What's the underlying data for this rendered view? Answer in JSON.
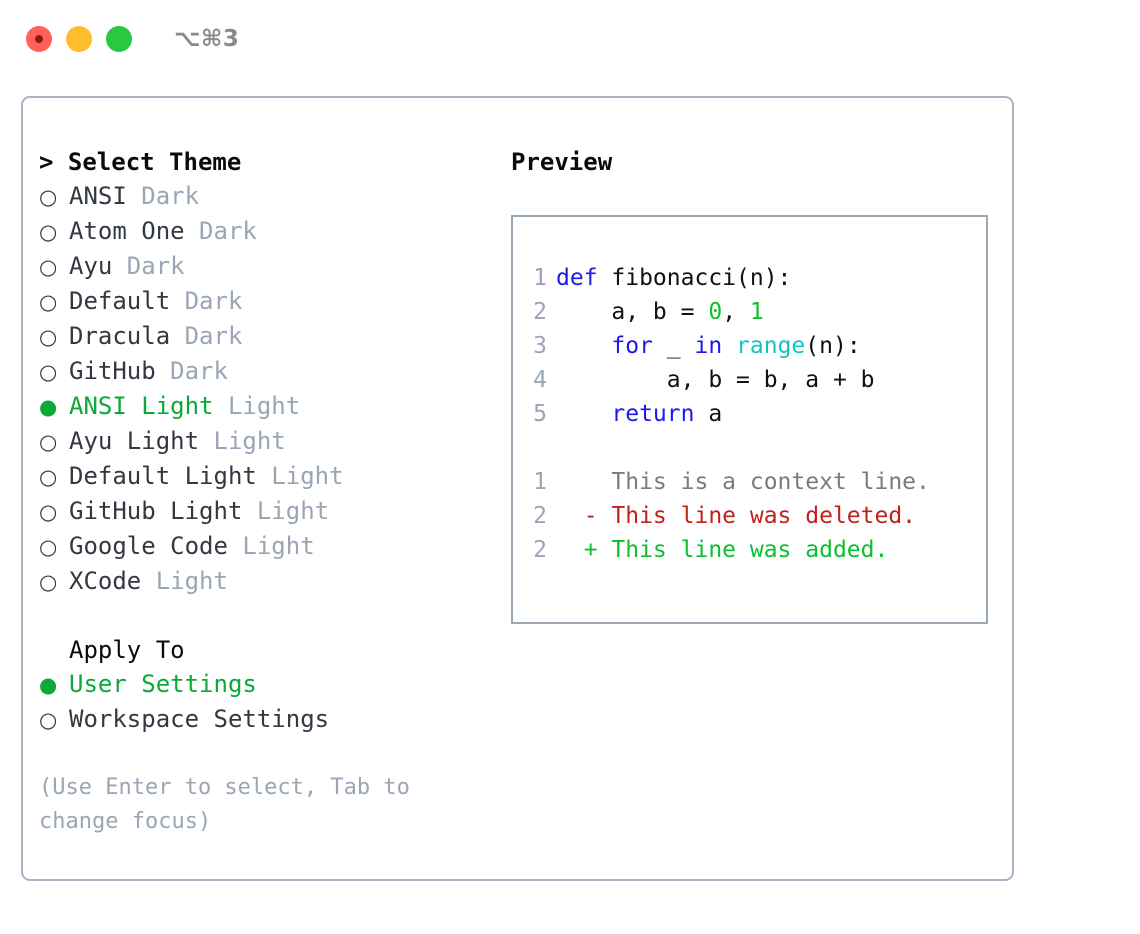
{
  "window": {
    "shortcut": "⌥⌘3",
    "traffic_lights": [
      {
        "name": "close",
        "color": "#ff6058"
      },
      {
        "name": "minimize",
        "color": "#ffbd2e"
      },
      {
        "name": "maximize",
        "color": "#28c840"
      }
    ]
  },
  "theme_list": {
    "header": "> Select Theme",
    "items": [
      {
        "marker": "○",
        "label": "ANSI",
        "suffix": "Dark",
        "selected": false
      },
      {
        "marker": "○",
        "label": "Atom One",
        "suffix": "Dark",
        "selected": false
      },
      {
        "marker": "○",
        "label": "Ayu",
        "suffix": "Dark",
        "selected": false
      },
      {
        "marker": "○",
        "label": "Default",
        "suffix": "Dark",
        "selected": false
      },
      {
        "marker": "○",
        "label": "Dracula",
        "suffix": "Dark",
        "selected": false
      },
      {
        "marker": "○",
        "label": "GitHub",
        "suffix": "Dark",
        "selected": false
      },
      {
        "marker": "●",
        "label": "ANSI Light",
        "suffix": "Light",
        "selected": true
      },
      {
        "marker": "○",
        "label": "Ayu Light",
        "suffix": "Light",
        "selected": false
      },
      {
        "marker": "○",
        "label": "Default Light",
        "suffix": "Light",
        "selected": false
      },
      {
        "marker": "○",
        "label": "GitHub Light",
        "suffix": "Light",
        "selected": false
      },
      {
        "marker": "○",
        "label": "Google Code",
        "suffix": "Light",
        "selected": false
      },
      {
        "marker": "○",
        "label": "XCode",
        "suffix": "Light",
        "selected": false
      }
    ]
  },
  "apply_to": {
    "header": "Apply To",
    "items": [
      {
        "marker": "●",
        "label": "User Settings",
        "suffix": "",
        "selected": true
      },
      {
        "marker": "○",
        "label": "Workspace Settings",
        "suffix": "",
        "selected": false
      }
    ]
  },
  "hint": "(Use Enter to select, Tab to change focus)",
  "preview": {
    "header": "Preview",
    "code_lines": [
      {
        "number": "1",
        "tokens": [
          {
            "text": "def ",
            "kind": "kw"
          },
          {
            "text": "fibonacci(n):",
            "kind": "txt"
          }
        ]
      },
      {
        "number": "2",
        "tokens": [
          {
            "text": "    a, b = ",
            "kind": "txt"
          },
          {
            "text": "0",
            "kind": "num"
          },
          {
            "text": ", ",
            "kind": "txt"
          },
          {
            "text": "1",
            "kind": "num"
          }
        ]
      },
      {
        "number": "3",
        "tokens": [
          {
            "text": "    ",
            "kind": "txt"
          },
          {
            "text": "for",
            "kind": "kw"
          },
          {
            "text": " _ ",
            "kind": "txt"
          },
          {
            "text": "in",
            "kind": "kw"
          },
          {
            "text": " ",
            "kind": "txt"
          },
          {
            "text": "range",
            "kind": "fn"
          },
          {
            "text": "(n):",
            "kind": "txt"
          }
        ]
      },
      {
        "number": "4",
        "tokens": [
          {
            "text": "        a, b = b, a + b",
            "kind": "txt"
          }
        ]
      },
      {
        "number": "5",
        "tokens": [
          {
            "text": "    ",
            "kind": "txt"
          },
          {
            "text": "return",
            "kind": "kw"
          },
          {
            "text": " a",
            "kind": "txt"
          }
        ]
      }
    ],
    "diff_lines": [
      {
        "number": "1",
        "sign": " ",
        "text": "This is a context line.",
        "kind": "context"
      },
      {
        "number": "2",
        "sign": "-",
        "text": "This line was deleted.",
        "kind": "del"
      },
      {
        "number": "2",
        "sign": "+",
        "text": "This line was added.",
        "kind": "add"
      }
    ]
  },
  "colors": {
    "accent_green": "#0ba83a",
    "suffix_gray": "#9aa5b5",
    "keyword_blue": "#1a1aee",
    "function_cyan": "#11c4c4",
    "number_green": "#0bbf2e",
    "diff_del_red": "#c0221a",
    "diff_add_green": "#0bbf2e",
    "border_gray": "#aab4c2"
  }
}
